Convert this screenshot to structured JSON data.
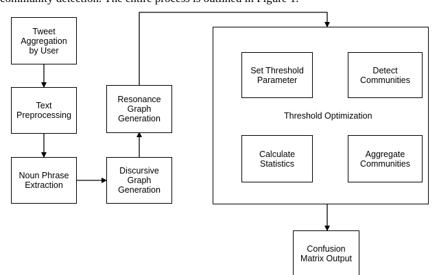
{
  "caption": "community detection. The entire process is outlined in Figure 1.",
  "nodes": {
    "tweet": "Tweet\nAggregation\nby User",
    "text": "Text\nPreprocessing",
    "noun": "Noun Phrase\nExtraction",
    "discursive": "Discursive\nGraph\nGeneration",
    "resonance": "Resonance\nGraph\nGeneration",
    "set_threshold": "Set Threshold\nParameter",
    "detect": "Detect\nCommunities",
    "aggregate": "Aggregate\nCommunities",
    "calculate": "Calculate\nStatistics",
    "confusion": "Confusion\nMatrix Output"
  },
  "loop_label": "Threshold Optimization"
}
